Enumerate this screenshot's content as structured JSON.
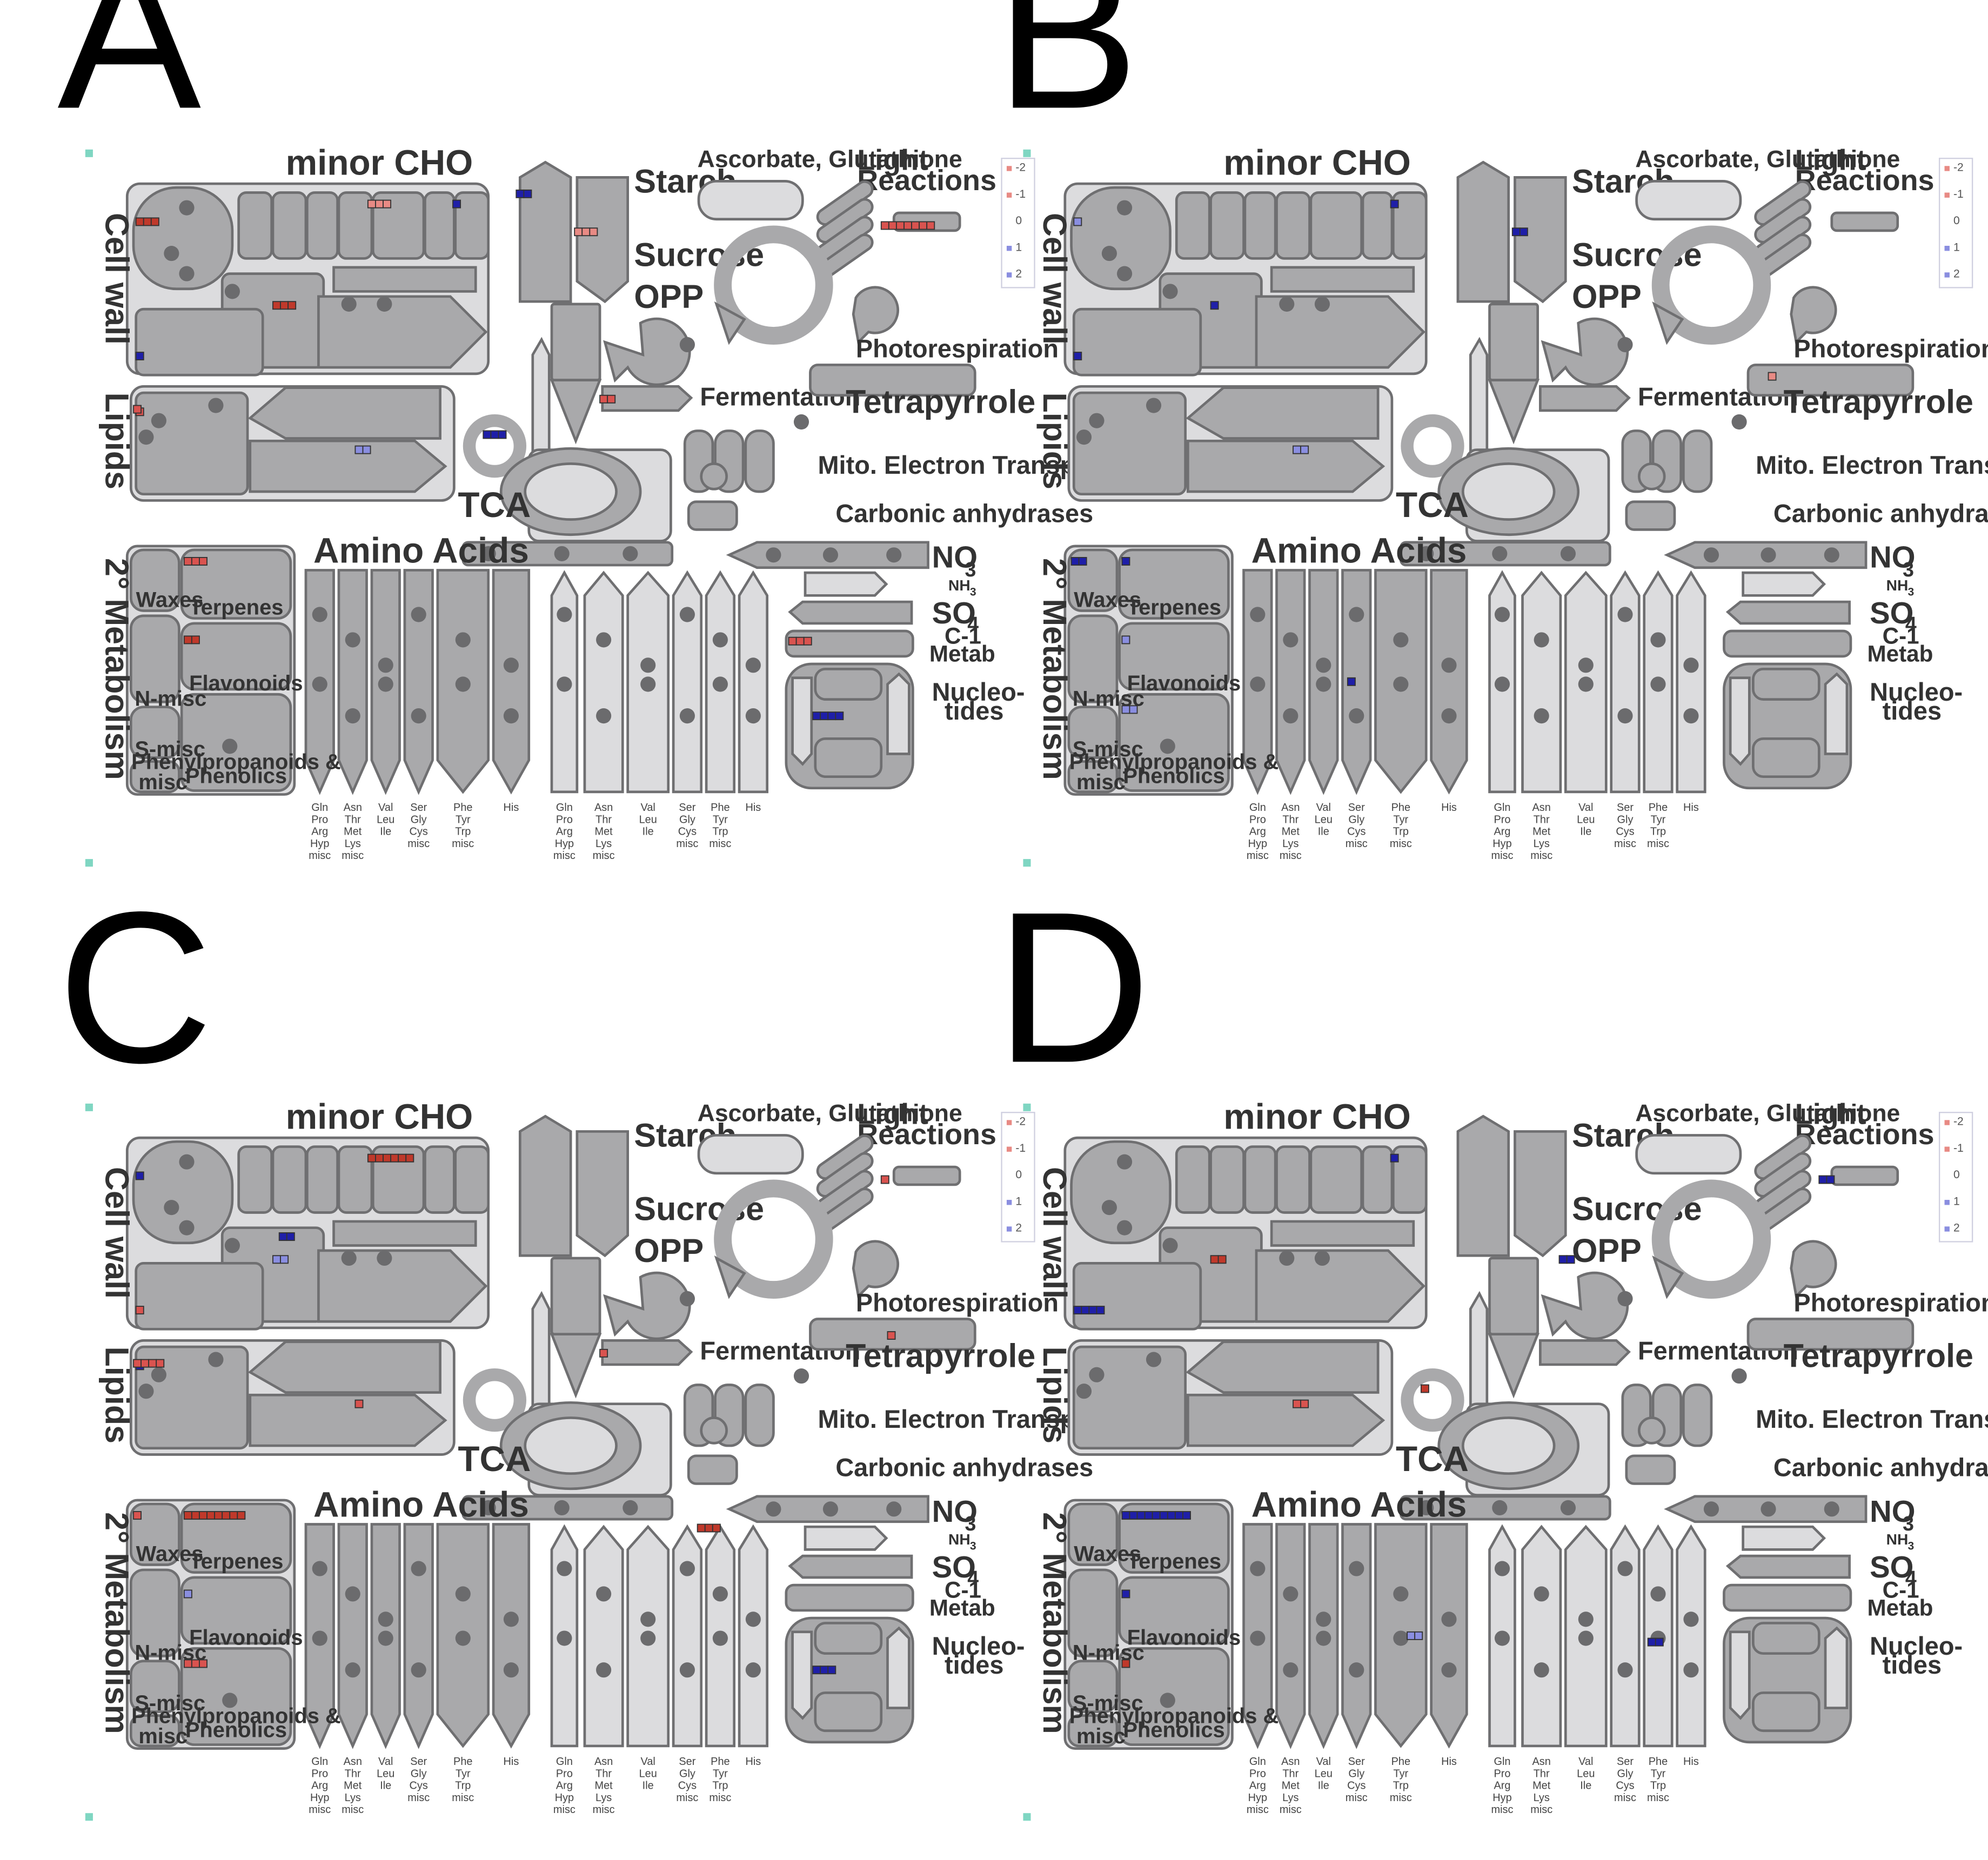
{
  "panels": [
    {
      "label": "A",
      "marks": [
        {
          "group": "cellwall_round",
          "color": "#c0392b",
          "count": 3
        },
        {
          "group": "cellwall_a",
          "color": "#1f1fa8",
          "count": 1
        },
        {
          "group": "cellwall_b",
          "color": "#d9534f",
          "count": 1
        },
        {
          "group": "cellwall_c",
          "color": "#c0392b",
          "count": 3
        },
        {
          "group": "minorcho",
          "color": "#e88a84",
          "count": 3
        },
        {
          "group": "minorcho2",
          "color": "#1f1fa8",
          "count": 1
        },
        {
          "group": "starch",
          "color": "#1f1fa8",
          "count": 2
        },
        {
          "group": "sucrose",
          "color": "#e88a84",
          "count": 3
        },
        {
          "group": "lightreactions",
          "color": "#d9534f",
          "count": 7
        },
        {
          "group": "lipids",
          "color": "#d9534f",
          "count": 1
        },
        {
          "group": "lipids2",
          "color": "#8a8ee0",
          "count": 2
        },
        {
          "group": "tca",
          "color": "#1f1fa8",
          "count": 3
        },
        {
          "group": "fermentation",
          "color": "#d9534f",
          "count": 2
        },
        {
          "group": "terpenes",
          "color": "#d9534f",
          "count": 3
        },
        {
          "group": "flavonoids",
          "color": "#c0392b",
          "count": 2
        },
        {
          "group": "nucleotides",
          "color": "#1f1fa8",
          "count": 4
        },
        {
          "group": "c1",
          "color": "#d9534f",
          "count": 3
        }
      ]
    },
    {
      "label": "B",
      "marks": [
        {
          "group": "cellwall_round",
          "color": "#8a8ee0",
          "count": 1
        },
        {
          "group": "minorcho2",
          "color": "#1f1fa8",
          "count": 1
        },
        {
          "group": "sucrose",
          "color": "#1f1fa8",
          "count": 2
        },
        {
          "group": "cellwall_c",
          "color": "#1f1fa8",
          "count": 1
        },
        {
          "group": "cellwall_a",
          "color": "#1f1fa8",
          "count": 1
        },
        {
          "group": "tetrapyrrole",
          "color": "#e88a84",
          "count": 1
        },
        {
          "group": "lipids2",
          "color": "#8a8ee0",
          "count": 2
        },
        {
          "group": "terpenes",
          "color": "#1f1fa8",
          "count": 1
        },
        {
          "group": "waxes",
          "color": "#1f1fa8",
          "count": 2
        },
        {
          "group": "flavonoids",
          "color": "#8a8ee0",
          "count": 1
        },
        {
          "group": "phenyl",
          "color": "#8a8ee0",
          "count": 2
        },
        {
          "group": "aa_ser",
          "color": "#1f1fa8",
          "count": 1
        }
      ]
    },
    {
      "label": "C",
      "marks": [
        {
          "group": "cellwall_round",
          "color": "#1f1fa8",
          "count": 1
        },
        {
          "group": "minorcho",
          "color": "#c0392b",
          "count": 6
        },
        {
          "group": "minorcho3",
          "color": "#1f1fa8",
          "count": 2
        },
        {
          "group": "cellwall_b",
          "color": "#1f1fa8",
          "count": 1
        },
        {
          "group": "cellwall_c",
          "color": "#8a8ee0",
          "count": 2
        },
        {
          "group": "cellwall_a",
          "color": "#d9534f",
          "count": 1
        },
        {
          "group": "lightreactions",
          "color": "#d9534f",
          "count": 1
        },
        {
          "group": "photoresp",
          "color": "#d9534f",
          "count": 1
        },
        {
          "group": "lipids",
          "color": "#d9534f",
          "count": 4
        },
        {
          "group": "lipids2",
          "color": "#d9534f",
          "count": 1
        },
        {
          "group": "mito",
          "color": "#c0392b",
          "count": 3
        },
        {
          "group": "fermentation",
          "color": "#d9534f",
          "count": 1
        },
        {
          "group": "terpenes",
          "color": "#c0392b",
          "count": 8
        },
        {
          "group": "waxes",
          "color": "#d9534f",
          "count": 1
        },
        {
          "group": "flavonoids",
          "color": "#8a8ee0",
          "count": 1
        },
        {
          "group": "phenyl",
          "color": "#d9534f",
          "count": 3
        },
        {
          "group": "nucleotides",
          "color": "#1f1fa8",
          "count": 3
        }
      ]
    },
    {
      "label": "D",
      "marks": [
        {
          "group": "minorcho2",
          "color": "#1f1fa8",
          "count": 1
        },
        {
          "group": "cellwall_a",
          "color": "#1f1fa8",
          "count": 4
        },
        {
          "group": "cellwall_c",
          "color": "#c0392b",
          "count": 2
        },
        {
          "group": "opp",
          "color": "#1f1fa8",
          "count": 2
        },
        {
          "group": "lightreactions",
          "color": "#1f1fa8",
          "count": 2
        },
        {
          "group": "lipids2",
          "color": "#d9534f",
          "count": 2
        },
        {
          "group": "tca",
          "color": "#c0392b",
          "count": 1
        },
        {
          "group": "terpenes",
          "color": "#1f1fa8",
          "count": 9
        },
        {
          "group": "flavonoids",
          "color": "#1f1fa8",
          "count": 1
        },
        {
          "group": "phenyl",
          "color": "#c0392b",
          "count": 1
        },
        {
          "group": "aa_phe",
          "color": "#8a8ee0",
          "count": 2
        },
        {
          "group": "aa_phe2",
          "color": "#1f1fa8",
          "count": 2
        }
      ]
    }
  ],
  "labels": {
    "minor_cho": "minor CHO",
    "cell_wall": "Cell wall",
    "lipids": "Lipids",
    "secondary_metabolism": "2° Metabolism",
    "starch": "Starch",
    "sucrose": "Sucrose",
    "opp": "OPP",
    "tca": "TCA",
    "fermentation": "Fermentation",
    "ascorbate": "Ascorbate, Glutathione",
    "light_reactions_1": "Light",
    "light_reactions_2": "Reactions",
    "photorespiration": "Photorespiration",
    "tetrapyrrole": "Tetrapyrrole",
    "mito": "Mito. Electron Transport",
    "carbonic": "Carbonic anhydrases",
    "amino_acids": "Amino Acids",
    "no3": "NO",
    "no3_sub": "3",
    "nh3": "NH",
    "nh3_sub": "3",
    "so4": "SO",
    "so4_sub": "4",
    "c1_1": "C-1",
    "c1_2": "Metab",
    "nucleo_1": "Nucleo-",
    "nucleo_2": "tides",
    "waxes": "Waxes",
    "terpenes": "Terpenes",
    "flavonoids": "Flavonoids",
    "n_misc": "N-misc",
    "s_misc": "S-misc",
    "misc": "misc",
    "phenyl_1": "Phenylpropanoids &",
    "phenyl_2": "Phenolics"
  },
  "legend": [
    "-2",
    "-1",
    "0",
    "1",
    "2"
  ],
  "aa_columns": [
    [
      "Gln",
      "Pro",
      "Arg",
      "Hyp",
      "misc"
    ],
    [
      "Asn",
      "Thr",
      "Met",
      "Lys",
      "misc"
    ],
    [
      "Val",
      "Leu",
      "Ile"
    ],
    [
      "Ser",
      "Gly",
      "Cys",
      "misc"
    ],
    [
      "Phe",
      "Tyr",
      "Trp",
      "misc"
    ],
    [
      "His"
    ],
    [
      "Gln",
      "Pro",
      "Arg",
      "Hyp",
      "misc"
    ],
    [
      "Asn",
      "Thr",
      "Met",
      "Lys",
      "misc"
    ],
    [
      "Val",
      "Leu",
      "Ile"
    ],
    [
      "Ser",
      "Gly",
      "Cys",
      "misc"
    ],
    [
      "Phe",
      "Tyr",
      "Trp",
      "misc"
    ],
    [
      "His"
    ]
  ],
  "colors": {
    "box": "#a9a9ab",
    "box_stroke": "#6f6f71",
    "light_box": "#dcdcde",
    "panel_bg": "#e8e8ea",
    "dot": "#6b6b6d",
    "up": "#1f1fa8",
    "down": "#c0392b"
  }
}
